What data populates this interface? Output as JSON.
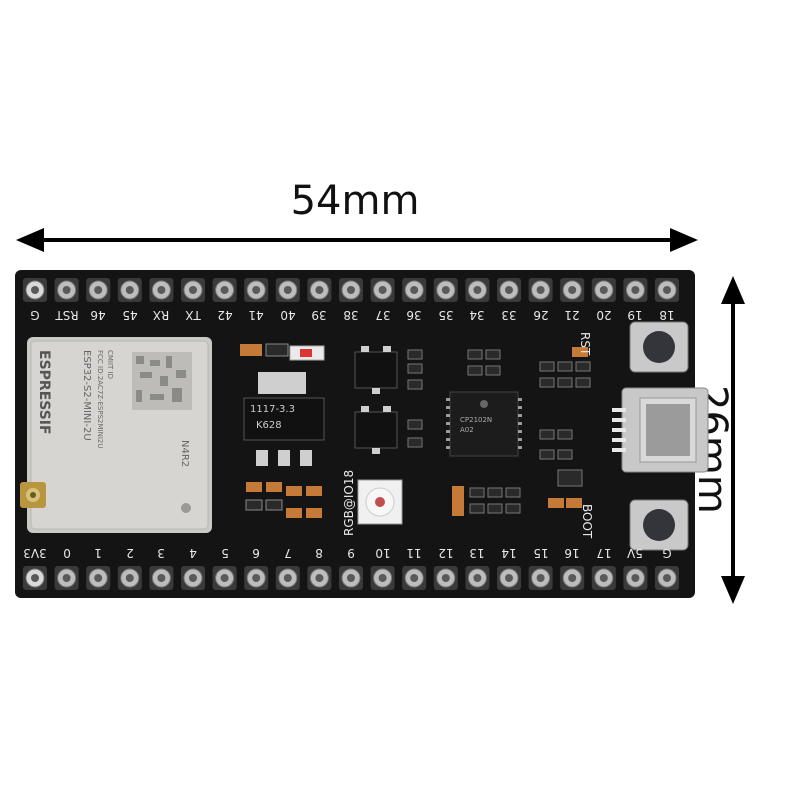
{
  "dimensions": {
    "width": "54mm",
    "height": "26mm"
  },
  "top_pins": [
    "G",
    "RST",
    "46",
    "45",
    "RX",
    "TX",
    "42",
    "41",
    "40",
    "39",
    "38",
    "37",
    "36",
    "35",
    "34",
    "33",
    "26",
    "21",
    "20",
    "19",
    "18"
  ],
  "bottom_pins": [
    "3V3",
    "0",
    "1",
    "2",
    "3",
    "4",
    "5",
    "6",
    "7",
    "8",
    "9",
    "10",
    "11",
    "12",
    "13",
    "14",
    "15",
    "16",
    "17",
    "5V",
    "G"
  ],
  "silkscreen": {
    "rst": "RST",
    "boot": "BOOT",
    "rgb": "RGB@IO18"
  },
  "module": {
    "brand": "ESPRESSIF",
    "model": "ESP32-S2-MINI-2U",
    "line1": "FCC ID:2AC7Z-ESPS2MINI2U",
    "line2": "CMIIT ID",
    "variant": "N4R2"
  },
  "regulator": {
    "line1": "1117-3.3",
    "line2": "K628"
  },
  "usb_chip": {
    "line1": "CP2102N",
    "line2": "A02"
  }
}
